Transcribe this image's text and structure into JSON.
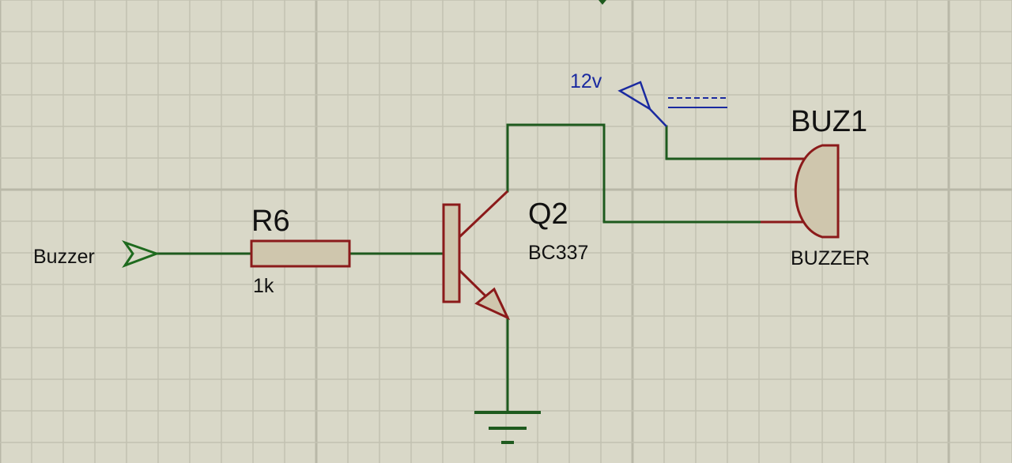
{
  "schematic": {
    "input_port": {
      "label": "Buzzer"
    },
    "resistor": {
      "ref": "R6",
      "value": "1k"
    },
    "transistor": {
      "ref": "Q2",
      "part": "BC337"
    },
    "power": {
      "label": "12v"
    },
    "buzzer": {
      "ref": "BUZ1",
      "part": "BUZZER"
    }
  },
  "colors": {
    "background": "#d9d8c8",
    "grid_minor": "#c2c1b1",
    "grid_major": "#b9b8a8",
    "wire": "#1e5a1e",
    "component_outline": "#8b1a1a",
    "component_fill": "#cfc6ad",
    "power_label": "#1a2aa0",
    "port_symbol": "#1e6a1e",
    "text": "#111111"
  }
}
